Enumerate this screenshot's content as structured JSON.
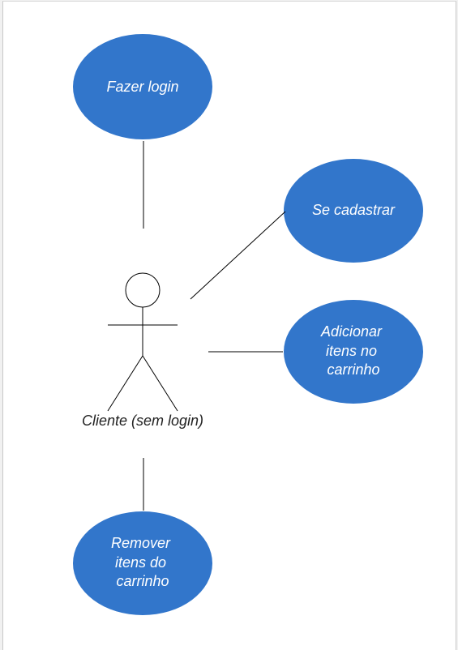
{
  "colors": {
    "use_case_fill": "#3276cb",
    "use_case_text": "#ffffff",
    "line": "#000000",
    "page_background": "#ffffff"
  },
  "actor": {
    "label": "Cliente (sem login)"
  },
  "use_cases": {
    "login": {
      "lines": [
        "Fazer login"
      ]
    },
    "signup": {
      "lines": [
        "Se cadastrar"
      ]
    },
    "add_items": {
      "lines": [
        "Adicionar",
        "itens no",
        "carrinho"
      ]
    },
    "remove_items": {
      "lines": [
        "Remover",
        "itens do",
        "carrinho"
      ]
    }
  }
}
